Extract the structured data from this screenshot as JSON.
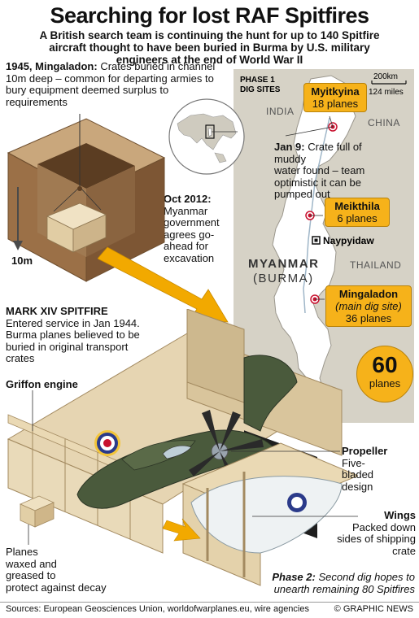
{
  "header": {
    "title": "Searching for lost RAF Spitfires",
    "subtitle_lines": [
      "A British search team is continuing the hunt for up to 140 Spitfire",
      "aircraft thought to have been buried in Burma by U.S. military",
      "engineers at the end of World War II"
    ]
  },
  "burial": {
    "title": "1945, Mingaladon:",
    "text_lines": [
      " Crates buried in channel",
      "10m deep – common for departing armies to",
      "bury equipment deemed surplus to",
      "requirements"
    ],
    "depth_label": "10m"
  },
  "timeline": {
    "oct_title": "Oct 2012:",
    "oct_lines": [
      "Myanmar",
      "government",
      "agrees go-",
      "ahead for",
      "excavation"
    ],
    "jan_title": "Jan 9:",
    "jan_lines": [
      " Crate full of muddy",
      "water found – team",
      "optimistic it can be",
      "pumped out"
    ]
  },
  "map": {
    "phase_title_lines": [
      "PHASE 1",
      "DIG SITES"
    ],
    "scale_km": "200km",
    "scale_miles": "124 miles",
    "countries": {
      "india": "INDIA",
      "china": "CHINA",
      "thailand": "THAILAND",
      "myanmar": "MYANMAR",
      "burma": "(BURMA)"
    },
    "capital": "Naypyidaw",
    "sites": [
      {
        "name": "Myitkyina",
        "count": "18 planes"
      },
      {
        "name": "Meikthila",
        "count": "6 planes"
      },
      {
        "name": "Mingaladon",
        "sub": "(main dig site)",
        "count": "36 planes"
      }
    ],
    "total_number": "60",
    "total_label": "planes"
  },
  "spitfire": {
    "title": "MARK XIV SPITFIRE",
    "text_lines": [
      "Entered service in Jan 1944.",
      "Burma planes believed to be",
      "buried in original transport",
      "crates"
    ]
  },
  "parts": {
    "engine": "Griffon engine",
    "propeller_title": "Propeller",
    "propeller_lines": [
      "Five-",
      "bladed",
      "design"
    ],
    "wings_title": "Wings",
    "wings_lines": [
      "Packed down",
      "sides of shipping",
      "crate"
    ],
    "planes_lines": [
      "Planes",
      "waxed and",
      "greased to",
      "protect against decay"
    ]
  },
  "phase2": {
    "title": "Phase 2:",
    "text_lines": [
      " Second dig hopes to",
      "unearth remaining 80 Spitfires"
    ]
  },
  "footer": {
    "sources": "Sources: European Geosciences Union, worldofwarplanes.eu, wire agencies",
    "credit": "© GRAPHIC NEWS"
  },
  "colors": {
    "map_land": "#d6d2c6",
    "map_myanmar": "#ffffff",
    "callout": "#f6b21a",
    "crate_wood": "#e6d5b2",
    "soil": "#9b7047",
    "arrow": "#f2a900",
    "plane_green": "#4a5a3c"
  }
}
